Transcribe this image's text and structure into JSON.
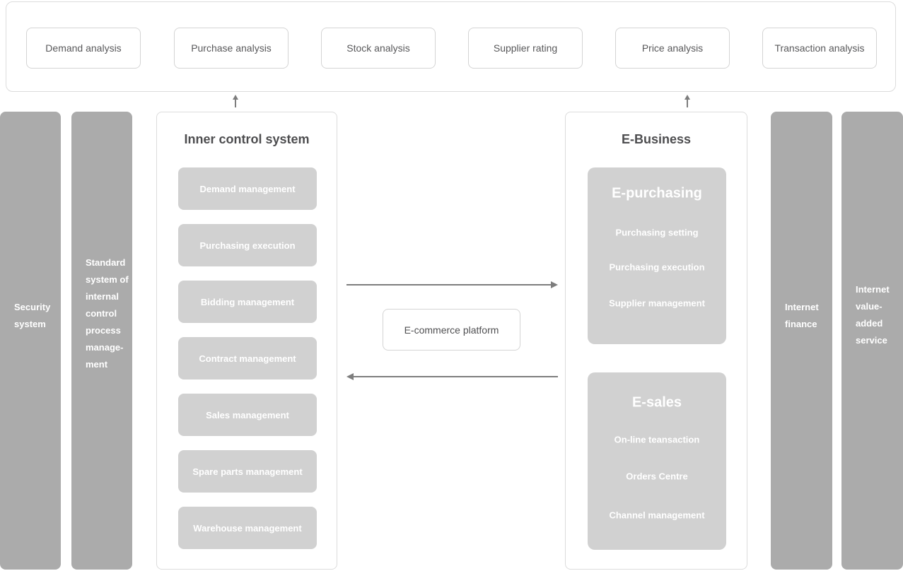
{
  "colors": {
    "bar_gray": "#ababab",
    "subbox_gray": "#d1d1d1",
    "panel_border": "#dcdcdc",
    "box_border": "#d4d4d4",
    "title_text": "#4d4d4f",
    "label_text": "#58585a",
    "arrow_gray": "#7d7d7d",
    "white_text": "#ffffff"
  },
  "top_panel": {
    "boxes": [
      {
        "label": "Demand analysis"
      },
      {
        "label": "Purchase analysis"
      },
      {
        "label": "Stock analysis"
      },
      {
        "label": "Supplier rating"
      },
      {
        "label": "Price analysis"
      },
      {
        "label": "Transaction analysis"
      }
    ]
  },
  "side_bars": {
    "security_system": "Security\nsystem",
    "standard_system": "Standard\nsystem of\ninternal\ncontrol\nprocess\nmanage-\nment",
    "internet_finance": "Internet\nfinance",
    "internet_value_added": "Internet\nvalue-\nadded\nservice"
  },
  "inner_control": {
    "title": "Inner control system",
    "items": [
      "Demand management",
      "Purchasing execution",
      "Bidding management",
      "Contract management",
      "Sales management",
      "Spare parts management",
      "Warehouse management"
    ]
  },
  "center": {
    "platform_label": "E-commerce platform"
  },
  "e_business": {
    "title": "E-Business",
    "e_purchasing": {
      "title": "E-purchasing",
      "items": [
        "Purchasing setting",
        "Purchasing execution",
        "Supplier management"
      ]
    },
    "e_sales": {
      "title": "E-sales",
      "items": [
        "On-line teansaction",
        "Orders Centre",
        "Channel management"
      ]
    }
  }
}
